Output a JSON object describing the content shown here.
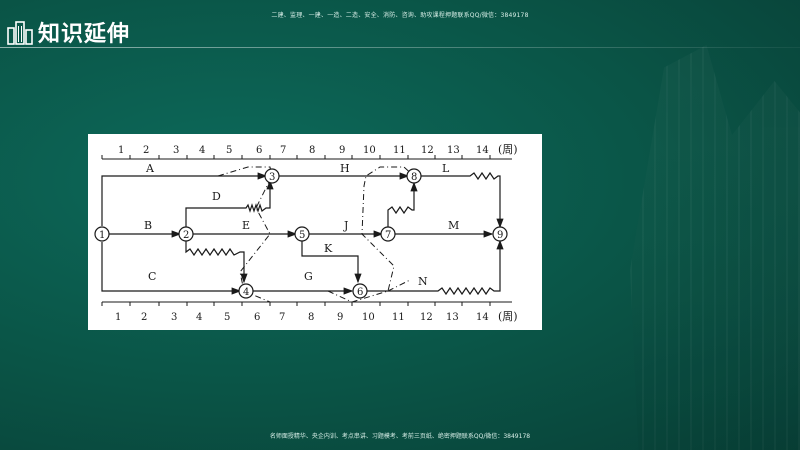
{
  "slide": {
    "title": "知识延伸",
    "top_watermark": "二建、监理、一建、一造、二造、安全、消防、咨询、助攻课程押题联系QQ/微信：3849178",
    "bottom_watermark": "名师面授精华、央企内训、考点串讲、习题模考、考前三页纸、绝密押题联系QQ/微信：3849178"
  },
  "diagram": {
    "top_scale": [
      "1",
      "2",
      "3",
      "4",
      "5",
      "6",
      "7",
      "8",
      "9",
      "10",
      "11",
      "12",
      "13",
      "14"
    ],
    "bottom_scale": [
      "1",
      "2",
      "3",
      "4",
      "5",
      "6",
      "7",
      "8",
      "9",
      "10",
      "11",
      "12",
      "13",
      "14"
    ],
    "unit": "(周)",
    "nodes": [
      "1",
      "2",
      "3",
      "4",
      "5",
      "6",
      "7",
      "8",
      "9"
    ],
    "activities": [
      "A",
      "B",
      "C",
      "D",
      "E",
      "G",
      "H",
      "J",
      "K",
      "L",
      "M",
      "N"
    ]
  }
}
